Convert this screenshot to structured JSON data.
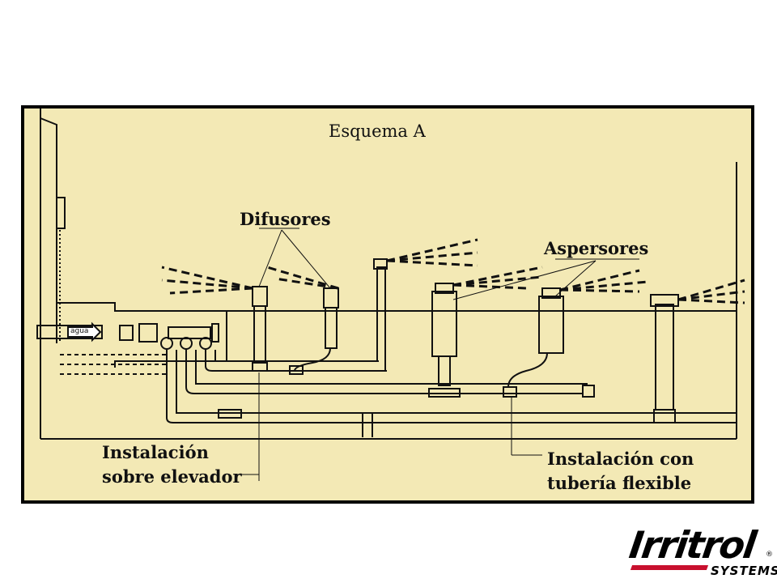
{
  "diagram": {
    "title": "Esquema A",
    "labels": {
      "difusores": "Difusores",
      "aspersores": "Aspersores",
      "elevador_line1": "Instalación",
      "elevador_line2": "sobre elevador",
      "flexible_line1": "Instalación con",
      "flexible_line2": "tubería flexible",
      "water": "agua"
    },
    "colors": {
      "paper": "#f3e9b5",
      "ink": "#111111"
    }
  },
  "logo": {
    "brand": "Irritrol",
    "sub": "SYSTEMS",
    "registered": "®",
    "accent": "#c8102e"
  }
}
